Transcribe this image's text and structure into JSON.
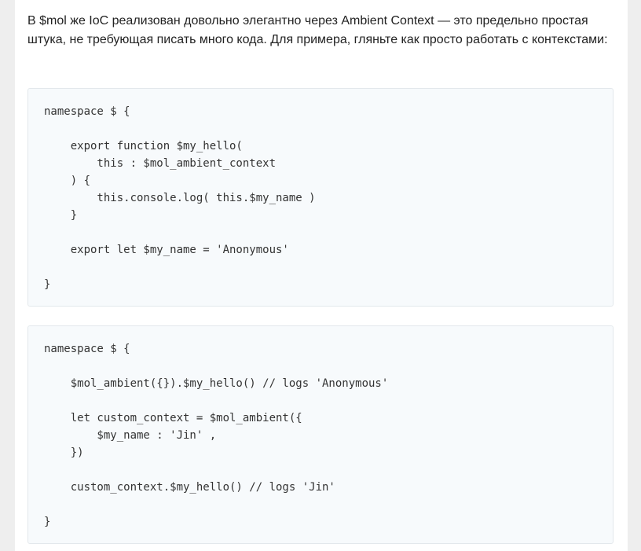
{
  "article": {
    "paragraph": "В $mol же IoC реализован довольно элегантно через Ambient Context — это предельно простая штука, не требующая писать много кода. Для примера, гляньте как просто работать с контекстами:",
    "code_blocks": [
      {
        "code": "namespace $ {\n\n    export function $my_hello(\n        this : $mol_ambient_context\n    ) {\n        this.console.log( this.$my_name )\n    }\n\n    export let $my_name = 'Anonymous'\n\n}"
      },
      {
        "code": "namespace $ {\n\n    $mol_ambient({}).$my_hello() // logs 'Anonymous'\n\n    let custom_context = $mol_ambient({\n        $my_name : 'Jin' ,\n    })\n\n    custom_context.$my_hello() // logs 'Jin'\n\n}"
      }
    ]
  }
}
